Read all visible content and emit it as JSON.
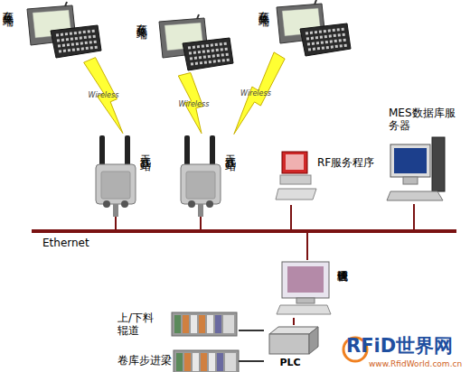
{
  "diagram": {
    "nodes": [
      {
        "text": [
          "车载终端"
        ]
      },
      {
        "text": [
          "车载终端"
        ]
      },
      {
        "text": [
          "车载终端"
        ]
      },
      {
        "text": [
          "无线基站"
        ]
      },
      {
        "text": [
          "无线基站"
        ]
      },
      {
        "text": [
          "RF服务程序"
        ]
      },
      {
        "text": [
          "MES数据库服务器"
        ]
      },
      {
        "text": [
          "Ethernet"
        ]
      },
      {
        "text": [
          "通信管理机"
        ]
      },
      {
        "text": [
          "PLC"
        ]
      },
      {
        "text": [
          "上/下料辊道"
        ]
      },
      {
        "text": [
          "卷库步进梁"
        ]
      }
    ],
    "edges": [
      {
        "from": 0,
        "to": 3,
        "label": "Wireless",
        "arrow": "none"
      },
      {
        "from": 1,
        "to": 4,
        "label": "Wireless",
        "arrow": "none"
      },
      {
        "from": 2,
        "to": 4,
        "label": "Wireless",
        "arrow": "none"
      },
      {
        "from": 3,
        "to": 7,
        "arrow": "none"
      },
      {
        "from": 4,
        "to": 7,
        "arrow": "none"
      },
      {
        "from": 5,
        "to": 7,
        "arrow": "none"
      },
      {
        "from": 6,
        "to": 7,
        "arrow": "none"
      },
      {
        "from": 7,
        "to": 8,
        "arrow": "none"
      },
      {
        "from": 8,
        "to": 9,
        "arrow": "none"
      },
      {
        "from": 9,
        "to": 10,
        "arrow": "none"
      },
      {
        "from": 9,
        "to": 11,
        "arrow": "none"
      }
    ],
    "labels": [
      "RFiD世界网",
      "www.RfidWorld.com.cn"
    ]
  }
}
